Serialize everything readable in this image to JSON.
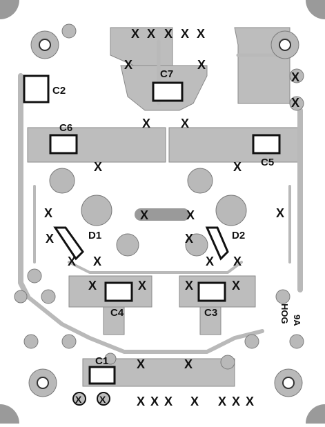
{
  "labels": {
    "c7": "C7",
    "c2": "C2",
    "c6": "C6",
    "c5": "C5",
    "d1": "D1",
    "d2": "D2",
    "c4": "C4",
    "c3": "C3",
    "c1": "C1",
    "board_id_line1": "HOG",
    "board_id_line2": "9A"
  },
  "drill_mark": "X",
  "colors": {
    "copper": "#bdbdbd",
    "outline": "#8a8a8a",
    "ink": "#111111",
    "background": "#ffffff"
  }
}
